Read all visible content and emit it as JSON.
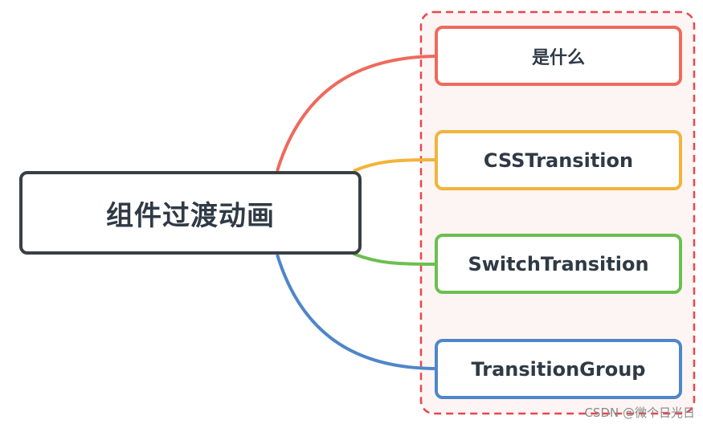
{
  "root": {
    "label": "组件过渡动画"
  },
  "branches": [
    {
      "label": "是什么",
      "color": "#ee6a5d"
    },
    {
      "label": "CSSTransition",
      "color": "#f2b43a"
    },
    {
      "label": "SwitchTransition",
      "color": "#6cbf50"
    },
    {
      "label": "TransitionGroup",
      "color": "#4f86c9"
    }
  ],
  "group_box": {
    "border_color": "#e8474c",
    "fill_color": "#fdf4f4",
    "style": "dashed"
  },
  "watermark": "CSDN @微个日光日"
}
